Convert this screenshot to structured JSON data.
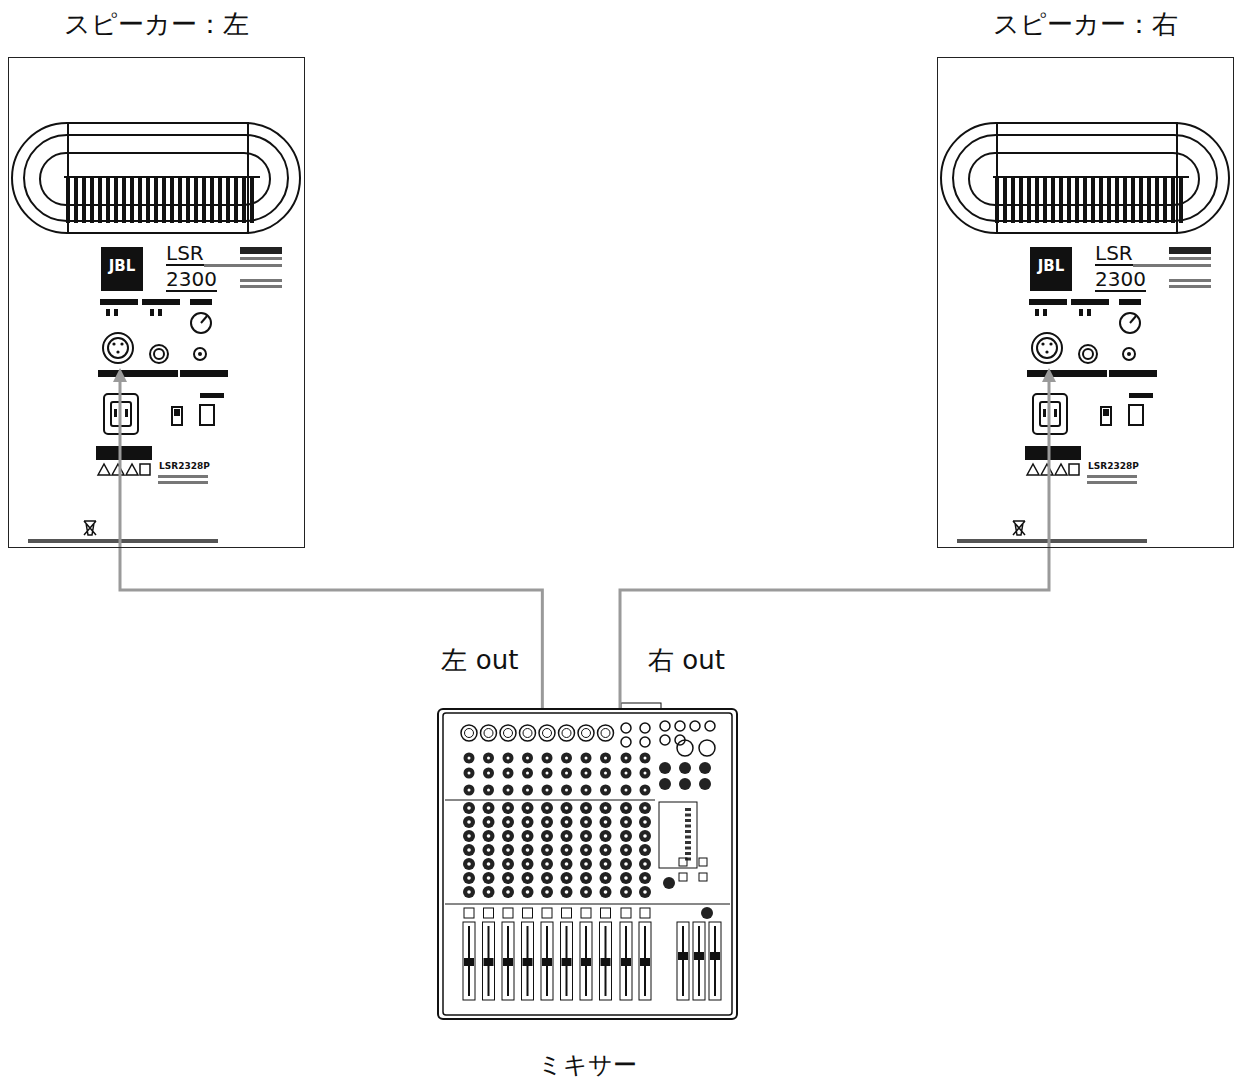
{
  "diagram": {
    "nodes": [
      {
        "text": [
          "スピーカー：左",
          "JBL",
          "LSR",
          "2300",
          "LSR2328P"
        ]
      },
      {
        "text": [
          "スピーカー：右",
          "JBL",
          "LSR",
          "2300",
          "LSR2328P"
        ]
      },
      {
        "text": [
          "ミキサー"
        ]
      }
    ],
    "edges": [
      {
        "from": 2,
        "to": 0,
        "label": "左 out",
        "arrow": "to"
      },
      {
        "from": 2,
        "to": 1,
        "label": "右 out",
        "arrow": "to"
      }
    ]
  }
}
